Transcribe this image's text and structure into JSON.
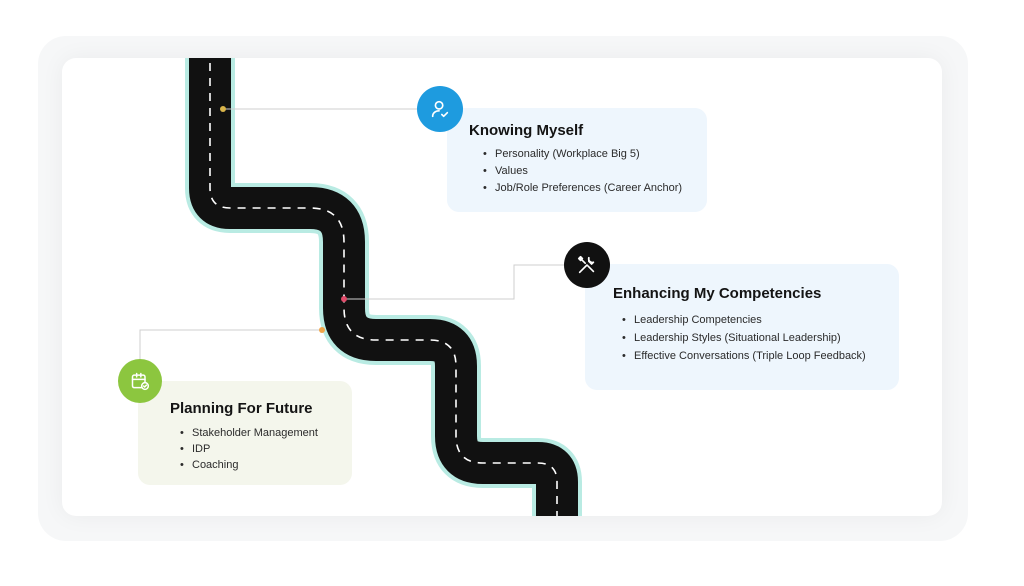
{
  "sections": [
    {
      "id": "knowing",
      "title": "Knowing Myself",
      "icon": "user-check-icon",
      "color": "#1e9bdf",
      "items": [
        "Personality (Workplace Big 5)",
        "Values",
        "Job/Role Preferences (Career Anchor)"
      ]
    },
    {
      "id": "enhancing",
      "title": "Enhancing My Competencies",
      "icon": "tools-icon",
      "color": "#111111",
      "items": [
        "Leadership Competencies",
        "Leadership Styles (Situational Leadership)",
        "Effective Conversations (Triple Loop Feedback)"
      ]
    },
    {
      "id": "planning",
      "title": "Planning For Future",
      "icon": "calendar-check-icon",
      "color": "#8cc63f",
      "items": [
        "Stakeholder Management",
        "IDP",
        "Coaching"
      ]
    }
  ]
}
